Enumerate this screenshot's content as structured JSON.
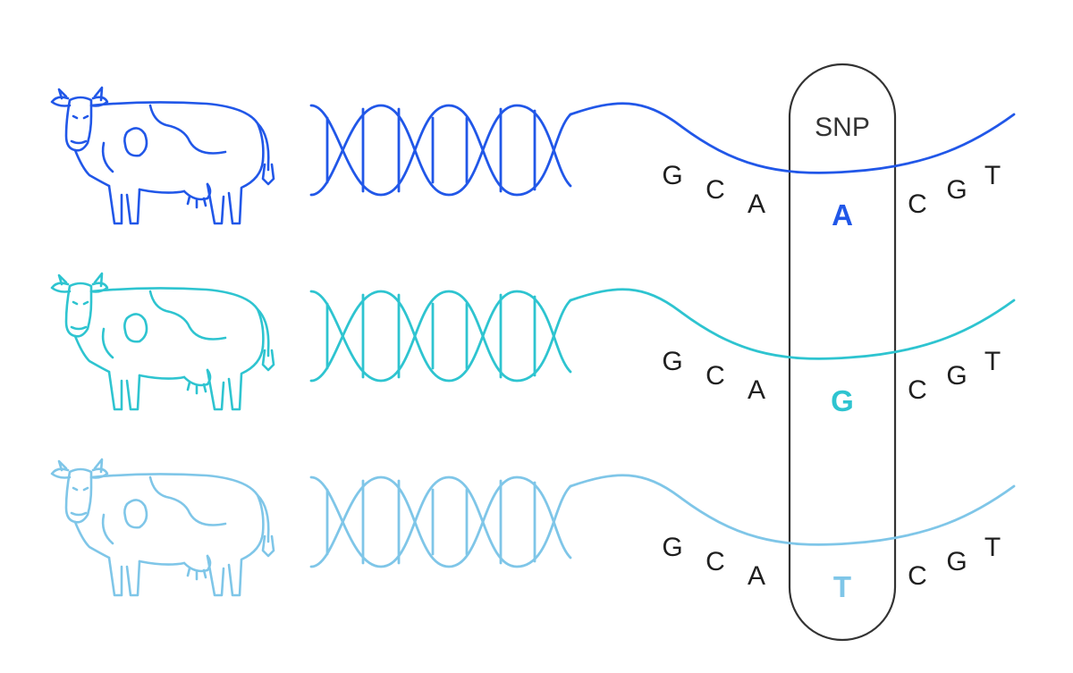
{
  "snp_label": "SNP",
  "rows": [
    {
      "color": "#2157e8",
      "left_bases": [
        "G",
        "C",
        "A"
      ],
      "snp_base": "A",
      "right_bases": [
        "C",
        "G",
        "T"
      ]
    },
    {
      "color": "#2ec4d0",
      "left_bases": [
        "G",
        "C",
        "A"
      ],
      "snp_base": "G",
      "right_bases": [
        "C",
        "G",
        "T"
      ]
    },
    {
      "color": "#7fc6e8",
      "left_bases": [
        "G",
        "C",
        "A"
      ],
      "snp_base": "T",
      "right_bases": [
        "C",
        "G",
        "T"
      ]
    }
  ],
  "snp_box_color": "#333333"
}
